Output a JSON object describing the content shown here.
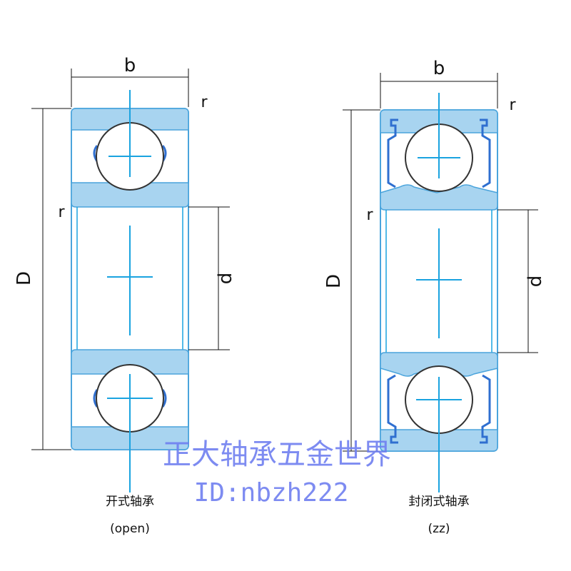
{
  "diagrams": [
    {
      "id": "open",
      "dim_b": "b",
      "dim_D": "D",
      "dim_d": "d",
      "dim_r_top": "r",
      "dim_r_side": "r",
      "caption_cn": "开式轴承",
      "caption_code": "(open)"
    },
    {
      "id": "zz",
      "dim_b": "b",
      "dim_D": "D",
      "dim_d": "d",
      "dim_r_top": "r",
      "dim_r_side": "r",
      "caption_cn": "封闭式轴承",
      "caption_code": "(zz)"
    }
  ],
  "watermark": {
    "line1": "正大轴承五金世界",
    "line2": "ID:nbzh222"
  },
  "colors": {
    "ring_fill": "#a8d4f0",
    "ring_stroke": "#4aa4dc",
    "centerline": "#1aa3e0",
    "seal": "#2f6fd0",
    "dim_line": "#111111",
    "watermark": "#6f7ff0"
  }
}
